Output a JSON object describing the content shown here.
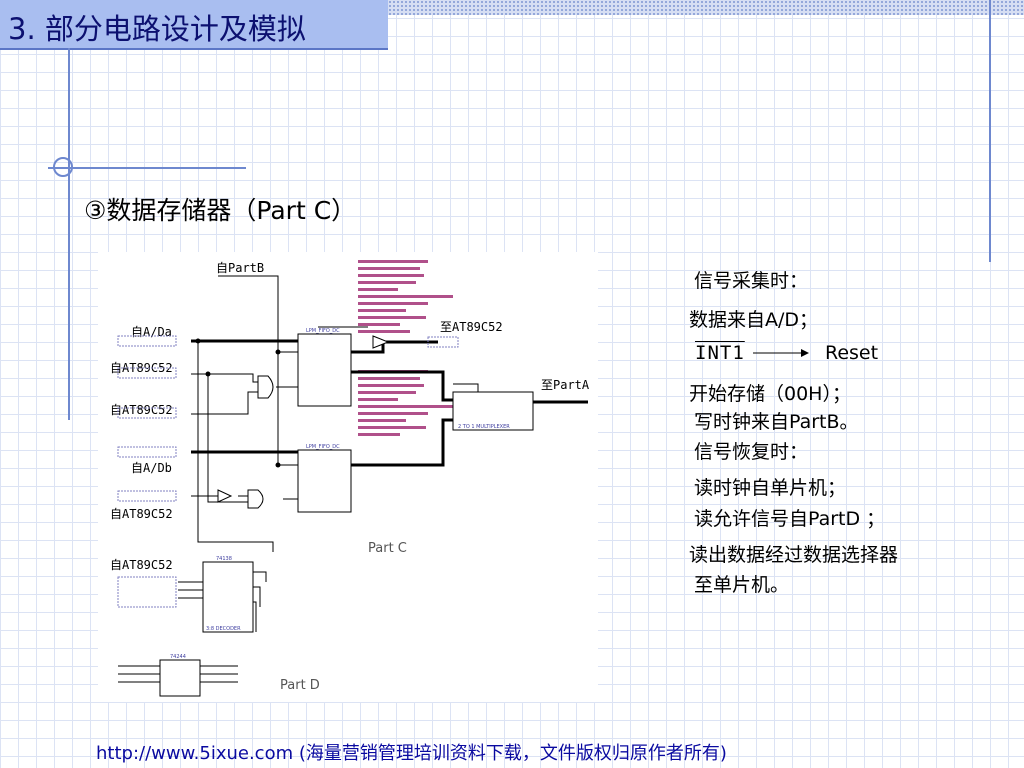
{
  "slide": {
    "title": "3.  部分电路设计及模拟",
    "subtitle": "③数据存储器（Part C）"
  },
  "circuit": {
    "label_from_partb": "自PartB",
    "label_from_ad_a": "自A/Da",
    "label_to_at89c52_top": "至AT89C52",
    "label_from_at89c52_1": "自AT89C52",
    "label_from_at89c52_2": "自AT89C52",
    "label_to_parta": "至PartA",
    "label_from_ad_b": "自A/Db",
    "label_from_at89c52_3": "自AT89C52",
    "label_from_at89c52_4": "自AT89C52",
    "part_c_label": "Part C",
    "part_d_label": "Part D",
    "fifo_label": "LPM_FIFO_DC",
    "mux_label": "2 TO 1 MULTIPLEXER",
    "decoder_chip": "74138",
    "decoder_label": "3:8 DECODER",
    "buffer_chip": "74244"
  },
  "notes": {
    "line1": "信号采集时：",
    "line2": "数据来自A/D；",
    "int_label": "INT1",
    "reset_label": "Reset",
    "line3": "开始存储（00H）；",
    "line4": "写时钟来自PartB。",
    "line5": "信号恢复时：",
    "line6": "读时钟自单片机；",
    "line7": "读允许信号自PartD ；",
    "line8": "读出数据经过数据选择器",
    "line9": "至单片机。"
  },
  "footer": {
    "text": "http://www.5ixue.com (海量营销管理培训资料下载，文件版权归原作者所有)"
  }
}
